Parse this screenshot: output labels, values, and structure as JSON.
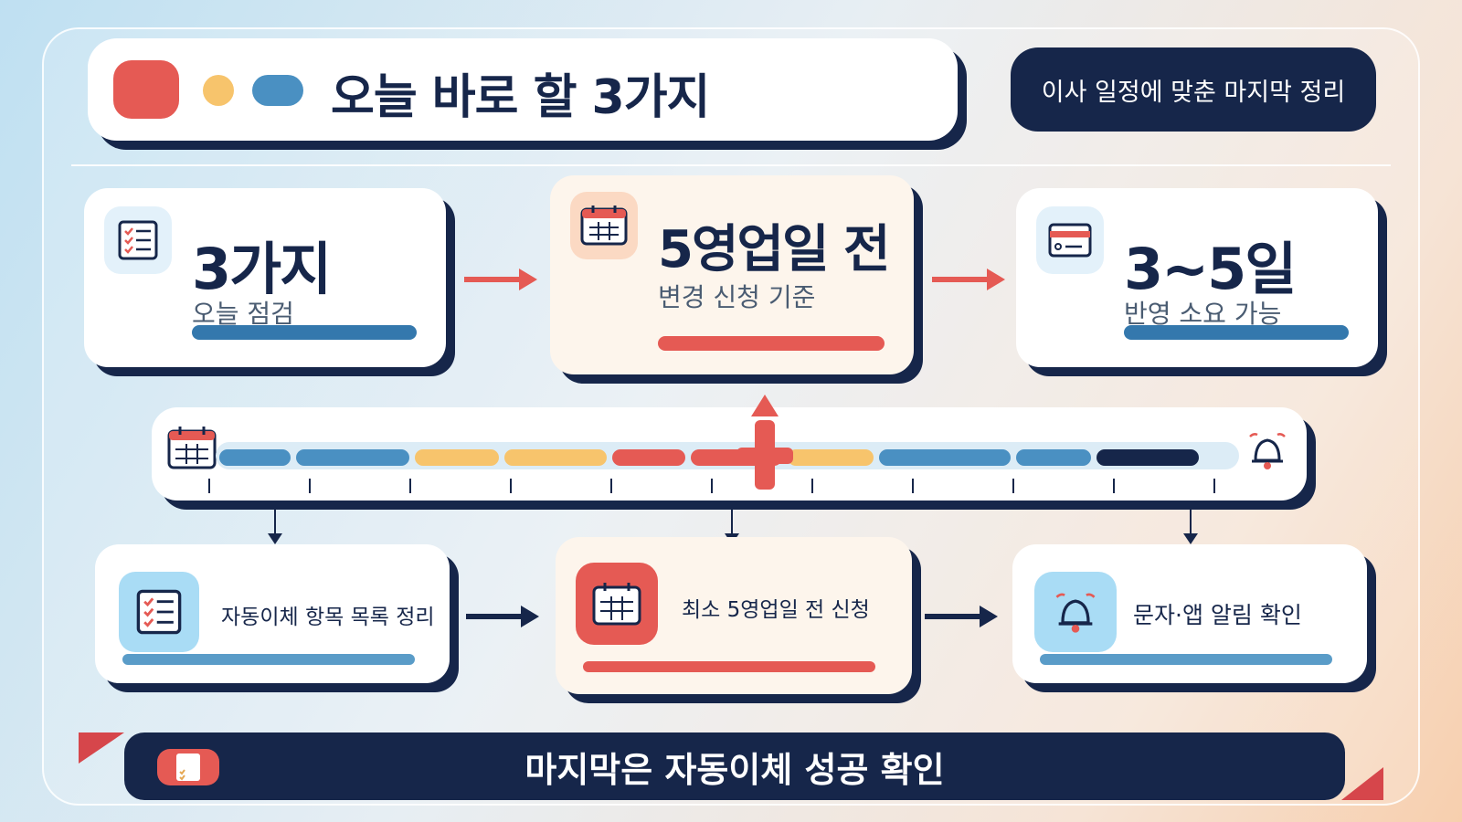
{
  "header": {
    "title": "오늘 바로 할 3가지",
    "subtitle_pill": "이사 일정에 맞춘 마지막 정리"
  },
  "top_cards": [
    {
      "value": "3가지",
      "label": "오늘 점검",
      "icon": "checklist-icon"
    },
    {
      "value": "5영업일 전",
      "label": "변경 신청 기준",
      "icon": "calendar-icon"
    },
    {
      "value": "3~5일",
      "label": "반영 소요 가능",
      "icon": "card-icon"
    }
  ],
  "timeline": {
    "start_icon": "calendar-icon",
    "end_icon": "bell-icon"
  },
  "bottom_cards": [
    {
      "label": "자동이체 항목 목록 정리",
      "icon": "checklist-icon"
    },
    {
      "label": "최소 5영업일 전 신청",
      "icon": "calendar-icon"
    },
    {
      "label": "문자·앱 알림 확인",
      "icon": "bell-icon"
    }
  ],
  "footer": {
    "text": "마지막은 자동이체 성공 확인",
    "icon": "checklist-icon"
  },
  "colors": {
    "navy": "#16264a",
    "red": "#e55a54",
    "blue": "#3478ad",
    "yellow": "#f7c46c"
  }
}
